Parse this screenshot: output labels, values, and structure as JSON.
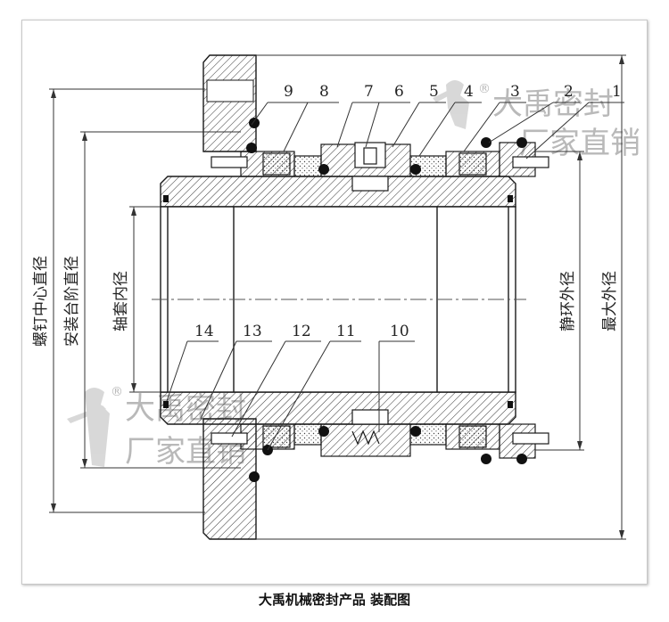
{
  "caption": "大禹机械密封产品  装配图",
  "watermark": {
    "line1": "大禹密封",
    "line2": "厂家直销",
    "registered": "®"
  },
  "part_numbers": [
    "1",
    "2",
    "3",
    "4",
    "5",
    "6",
    "7",
    "8",
    "9",
    "10",
    "11",
    "12",
    "13",
    "14"
  ],
  "dimension_labels": {
    "bolt_center_diameter": "螺钉中心直径",
    "mount_step_diameter": "安装台阶直径",
    "sleeve_inner_diameter": "轴套内径",
    "stationary_ring_od": "静环外径",
    "max_od": "最大外径"
  },
  "colors": {
    "line": "#1a1a1a",
    "hatch": "#333333",
    "watermark": "#b9b9b9",
    "frame": "#c8c8c8"
  }
}
